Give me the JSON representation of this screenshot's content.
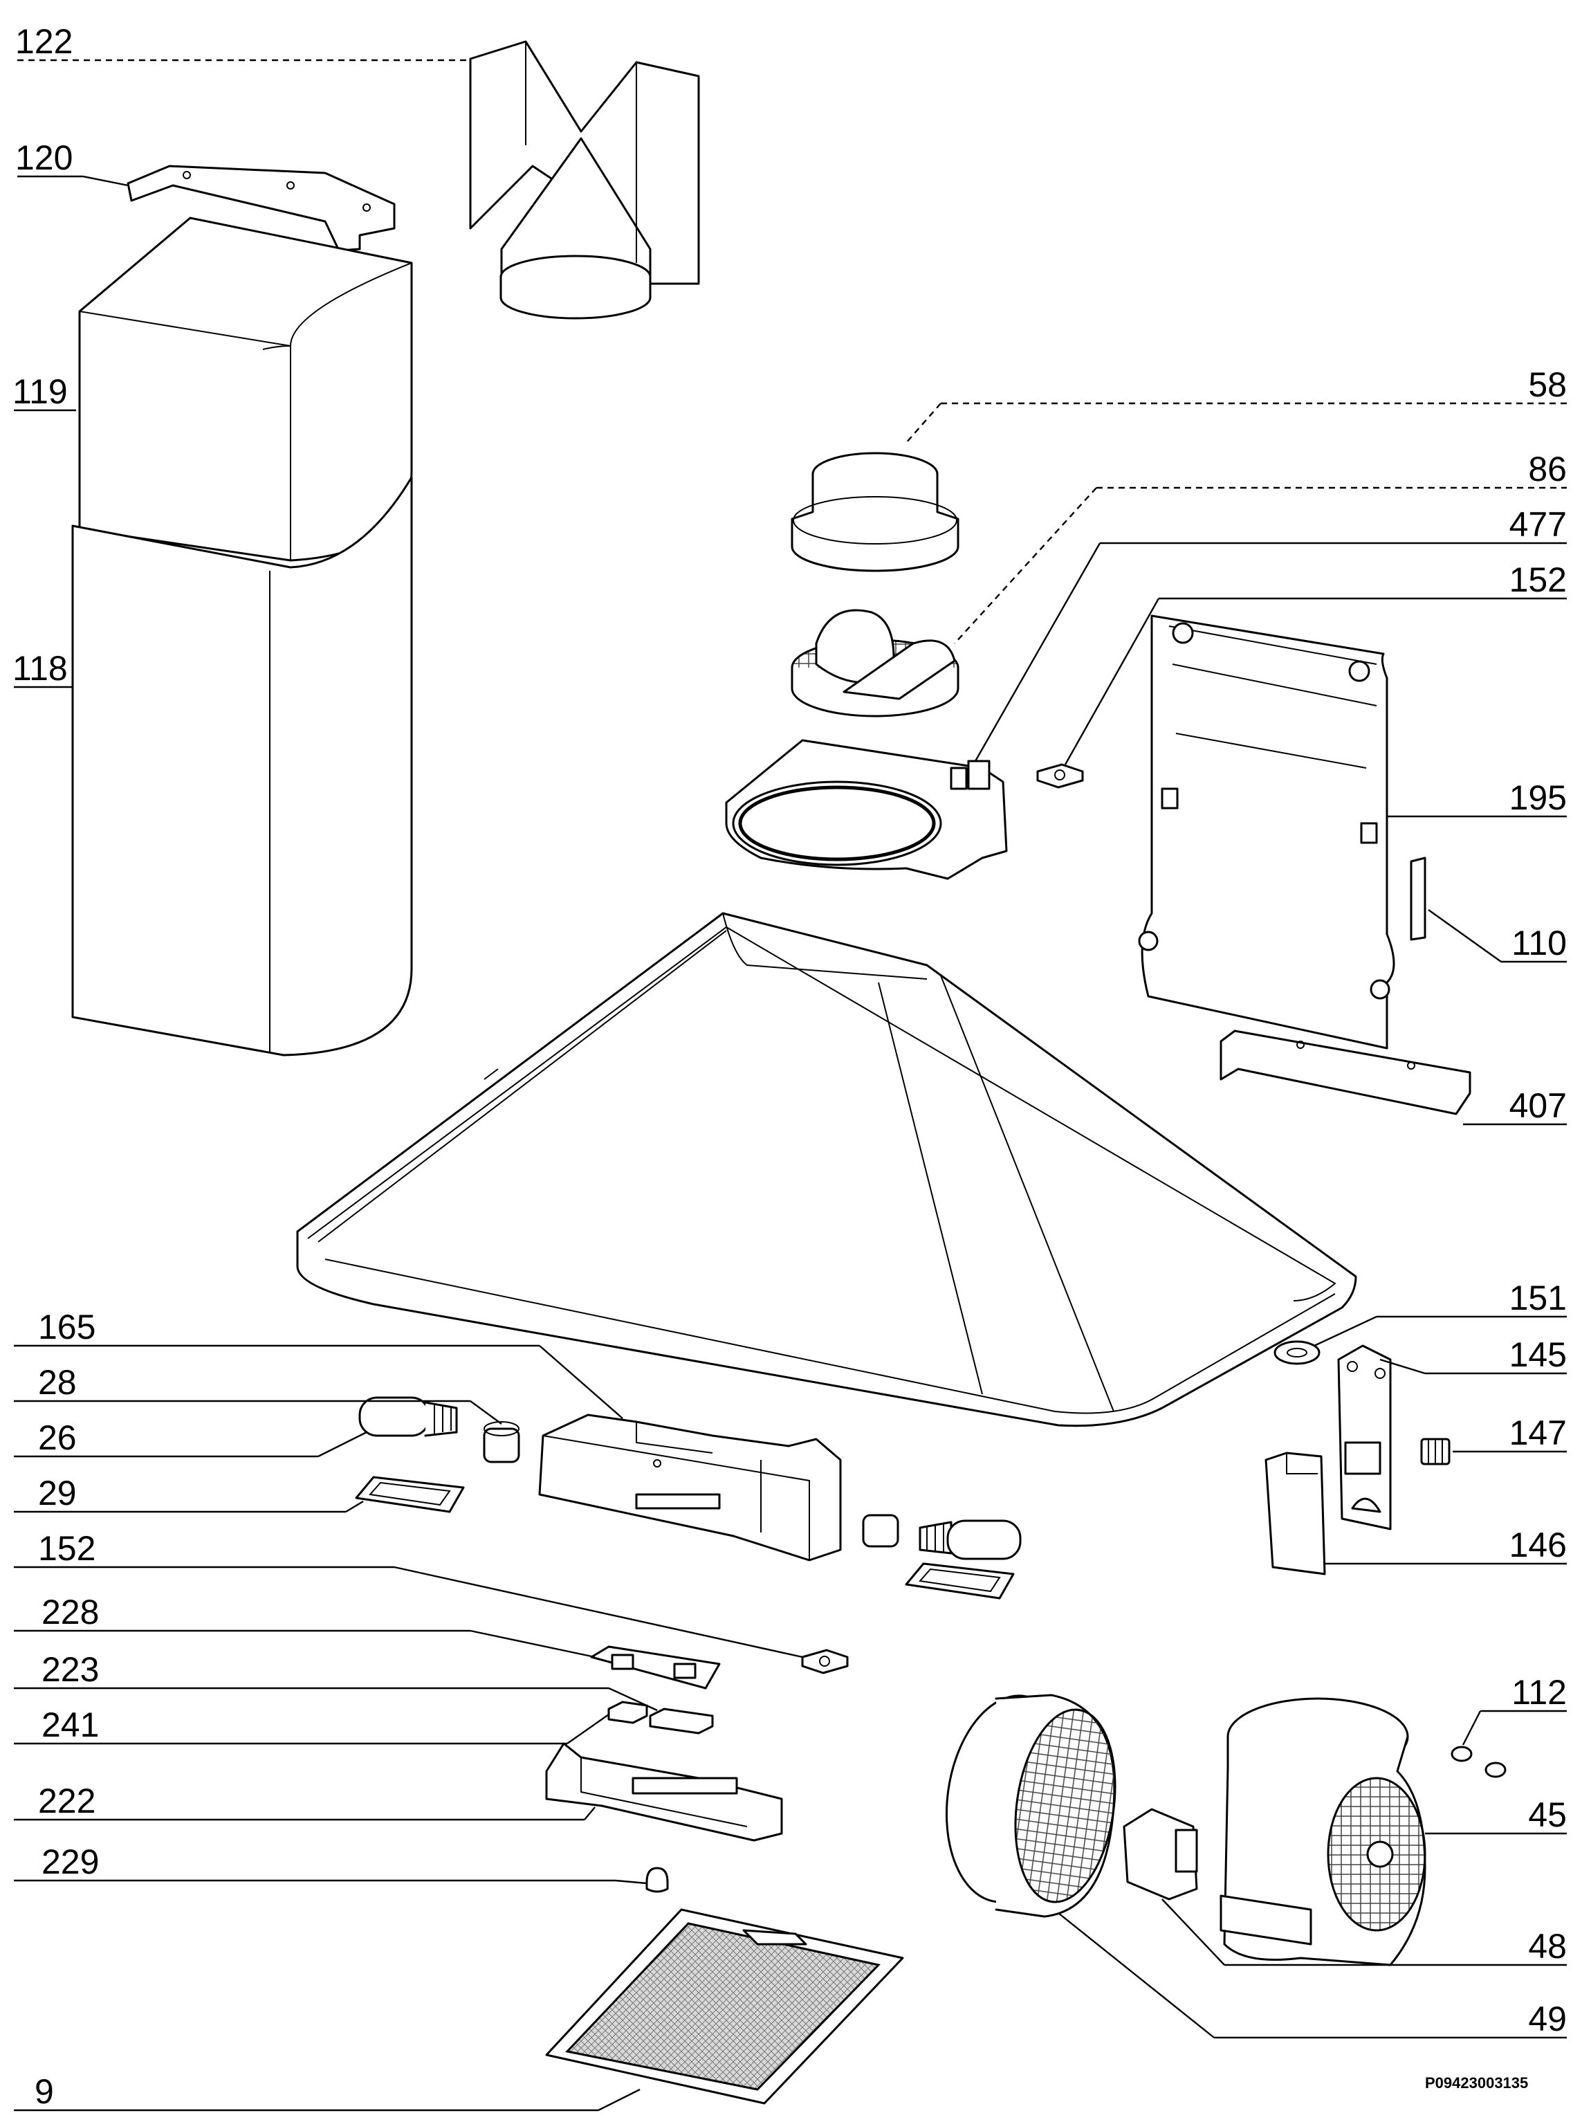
{
  "diagram": {
    "drawing_code": "P09423003135",
    "labels": {
      "p122": "122",
      "p120": "120",
      "p119": "119",
      "p118": "118",
      "p58": "58",
      "p86": "86",
      "p477": "477",
      "p152a": "152",
      "p195": "195",
      "p110": "110",
      "p407": "407",
      "p165": "165",
      "p28": "28",
      "p26": "26",
      "p29": "29",
      "p151": "151",
      "p145": "145",
      "p147": "147",
      "p146": "146",
      "p152b": "152",
      "p228": "228",
      "p223": "223",
      "p241": "241",
      "p222": "222",
      "p229": "229",
      "p112": "112",
      "p45": "45",
      "p48": "48",
      "p49": "49",
      "p9": "9"
    }
  }
}
